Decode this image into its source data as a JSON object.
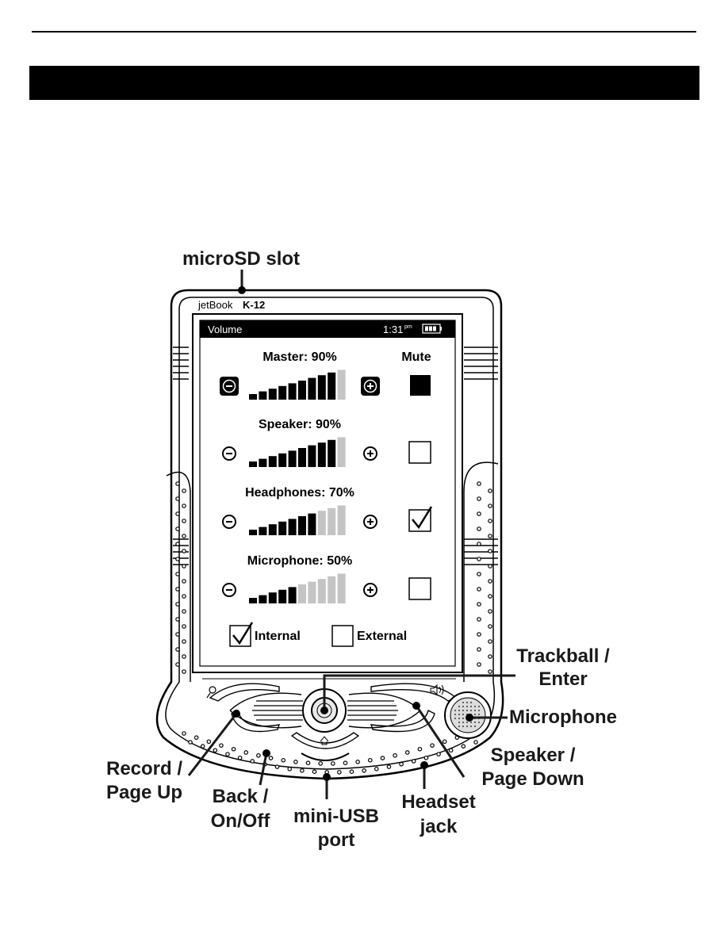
{
  "device": {
    "brand_name": "jetBook",
    "model": "K-12"
  },
  "screen": {
    "title": "Volume",
    "time": "1:31",
    "ampm": "pm",
    "mute_label": "Mute",
    "controls": [
      {
        "label": "Master: 90%",
        "level": 9,
        "total": 10,
        "mute": "filled"
      },
      {
        "label": "Speaker: 90%",
        "level": 9,
        "total": 10,
        "mute": "unchecked"
      },
      {
        "label": "Headphones: 70%",
        "level": 7,
        "total": 10,
        "mute": "checked"
      },
      {
        "label": "Microphone: 50%",
        "level": 5,
        "total": 10,
        "mute": "unchecked"
      }
    ],
    "mic_options": [
      {
        "label": "Internal",
        "checked": true
      },
      {
        "label": "External",
        "checked": false
      }
    ]
  },
  "callouts": {
    "microsd": "microSD slot",
    "trackball": [
      "Trackball /",
      "Enter"
    ],
    "microphone": "Microphone",
    "speaker": [
      "Speaker /",
      "Page Down"
    ],
    "record": [
      "Record /",
      "Page Up"
    ],
    "back": [
      "Back /",
      "On/Off"
    ],
    "usb": [
      "mini-USB",
      "port"
    ],
    "headset": [
      "Headset",
      "jack"
    ]
  }
}
